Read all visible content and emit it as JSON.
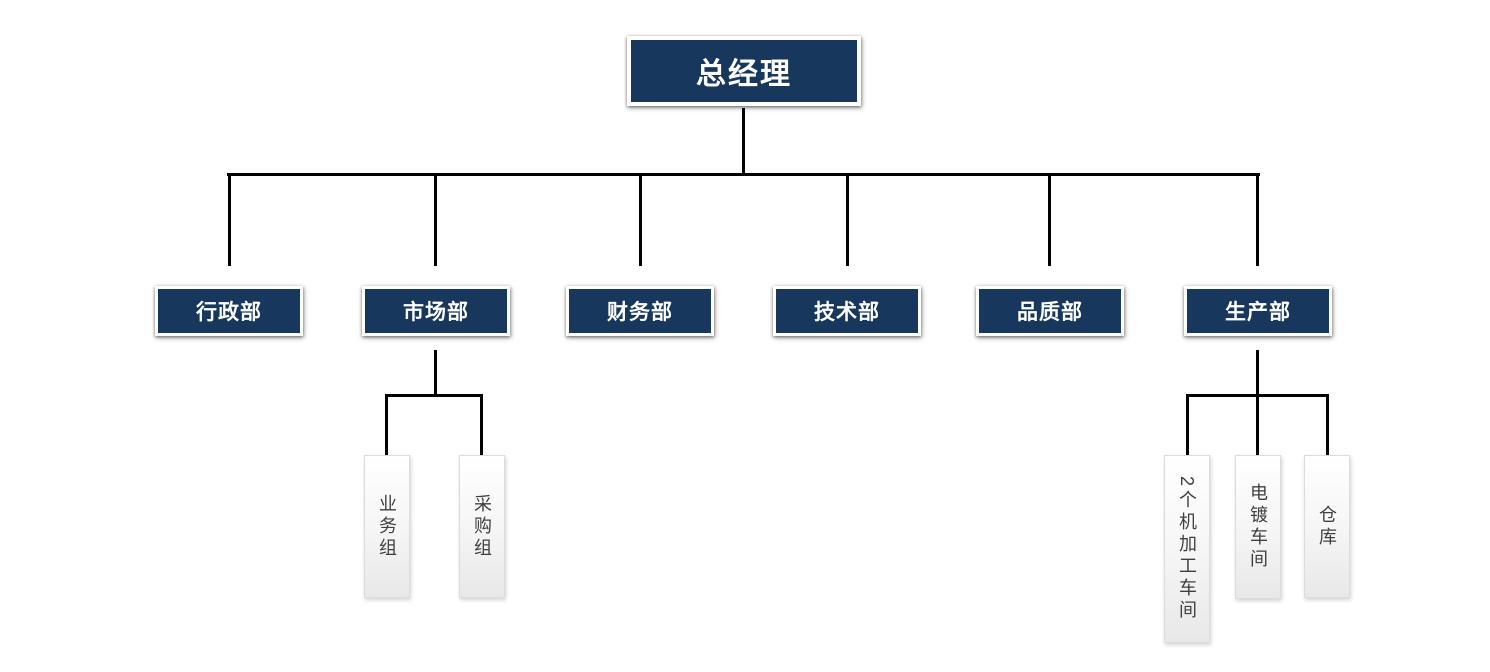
{
  "org_chart": {
    "root_label": "总经理",
    "departments": [
      "行政部",
      "市场部",
      "财务部",
      "技术部",
      "品质部",
      "生产部"
    ],
    "market_children": [
      "业务组",
      "采购组"
    ],
    "production_children": [
      "2个机加工车间",
      "电镀车间",
      "仓库"
    ],
    "colors": {
      "node_fill": "#17375D",
      "node_text": "#FFFFFF",
      "connector": "#000000",
      "leaf_text": "#3F3F3F",
      "leaf_fill_top": "#FFFFFF",
      "leaf_fill_bottom": "#E8E8E8"
    }
  }
}
